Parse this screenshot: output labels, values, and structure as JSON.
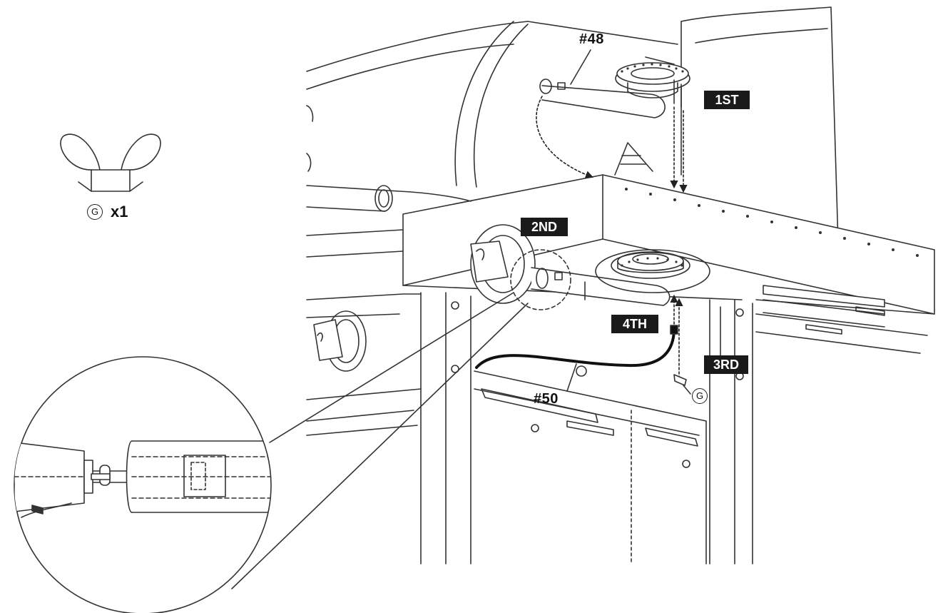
{
  "parts": {
    "burner_tube": "#48",
    "ignitor_wire": "#50"
  },
  "steps": {
    "first": "1ST",
    "second": "2ND",
    "third": "3RD",
    "fourth": "4TH"
  },
  "hardware": {
    "letter": "G",
    "quantity": "x1",
    "icon": "wing-nut-icon"
  },
  "colors": {
    "line": "#2a2a2a",
    "tag_bg": "#1a1a1a",
    "tag_text": "#ffffff",
    "wire": "#111111"
  }
}
